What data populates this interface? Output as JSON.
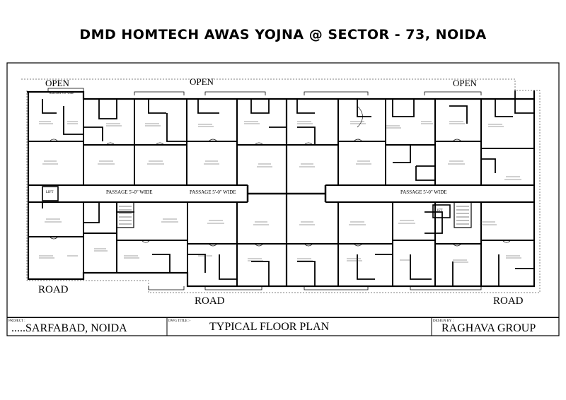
{
  "title": "DMD HOMTECH AWAS YOJNA @ SECTOR - 73, NOIDA",
  "plan": {
    "open_labels": [
      "OPEN",
      "OPEN",
      "OPEN"
    ],
    "road_labels": [
      "ROAD",
      "ROAD",
      "ROAD"
    ],
    "passage_labels": [
      "PASSAGE 5'-0\" WIDE",
      "PASSAGE 5'-0\" WIDE",
      "PASSAGE 5'-0\" WIDE"
    ],
    "lift_labels": [
      "LIFT",
      "LIFT"
    ],
    "balcony_label": "BALCONY 3'-0\" WIDE"
  },
  "title_block": {
    "project_caption": "PROJECT :",
    "project_value": ".....SARFABAD, NOIDA",
    "drawing_caption": "DWG TITLE :-",
    "drawing_value": "TYPICAL FLOOR PLAN",
    "design_caption": "DESIGN BY :",
    "design_value": "RAGHAVA GROUP"
  }
}
